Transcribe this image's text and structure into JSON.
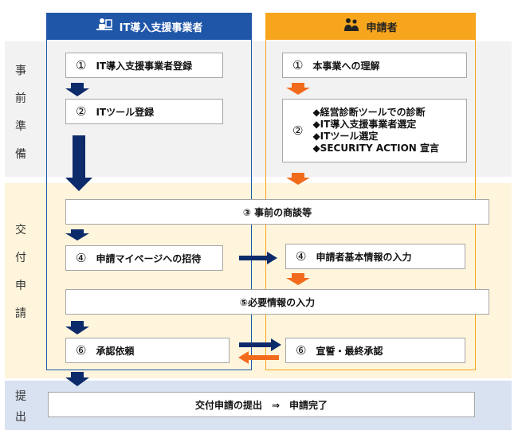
{
  "columns": {
    "vendor": {
      "title": "IT導入支援事業者",
      "icon": "person-at-desk-icon",
      "color": "#1f56a8"
    },
    "applicant": {
      "title": "申請者",
      "icon": "people-icon",
      "color": "#f7a51c"
    }
  },
  "phases": {
    "prep": [
      "事",
      "前",
      "準",
      "備"
    ],
    "grant": [
      "交",
      "付",
      "申",
      "請"
    ],
    "submit": [
      "提",
      "出"
    ]
  },
  "steps": {
    "v1": {
      "num": "①",
      "label": "IT導入支援事業者登録"
    },
    "v2": {
      "num": "②",
      "label": "ITツール登録"
    },
    "a1": {
      "num": "①",
      "label": "本事業への理解"
    },
    "a2": {
      "num": "②",
      "items": [
        "◆経営診断ツールでの診断",
        "◆IT導入支援事業者選定",
        "◆ITツール選定",
        "◆SECURITY ACTION 宣言"
      ]
    },
    "s3": {
      "label": "③ 事前の商談等"
    },
    "v4": {
      "num": "④",
      "label": "申請マイページへの招待"
    },
    "a4": {
      "num": "④",
      "label": "申請者基本情報の入力"
    },
    "s5": {
      "label": "⑤必要情報の入力"
    },
    "v6": {
      "num": "⑥",
      "label": "承認依頼"
    },
    "a6": {
      "num": "⑥",
      "label": "宣誓・最終承認"
    },
    "final": {
      "label": "交付申請の提出　⇒　申請完了"
    }
  },
  "colors": {
    "navy": "#0d2a6b",
    "orange": "#f26b1d",
    "prep_bg": "#f2f2f2",
    "grant_bg": "#fff5dc",
    "submit_bg": "#d9e2f1"
  }
}
